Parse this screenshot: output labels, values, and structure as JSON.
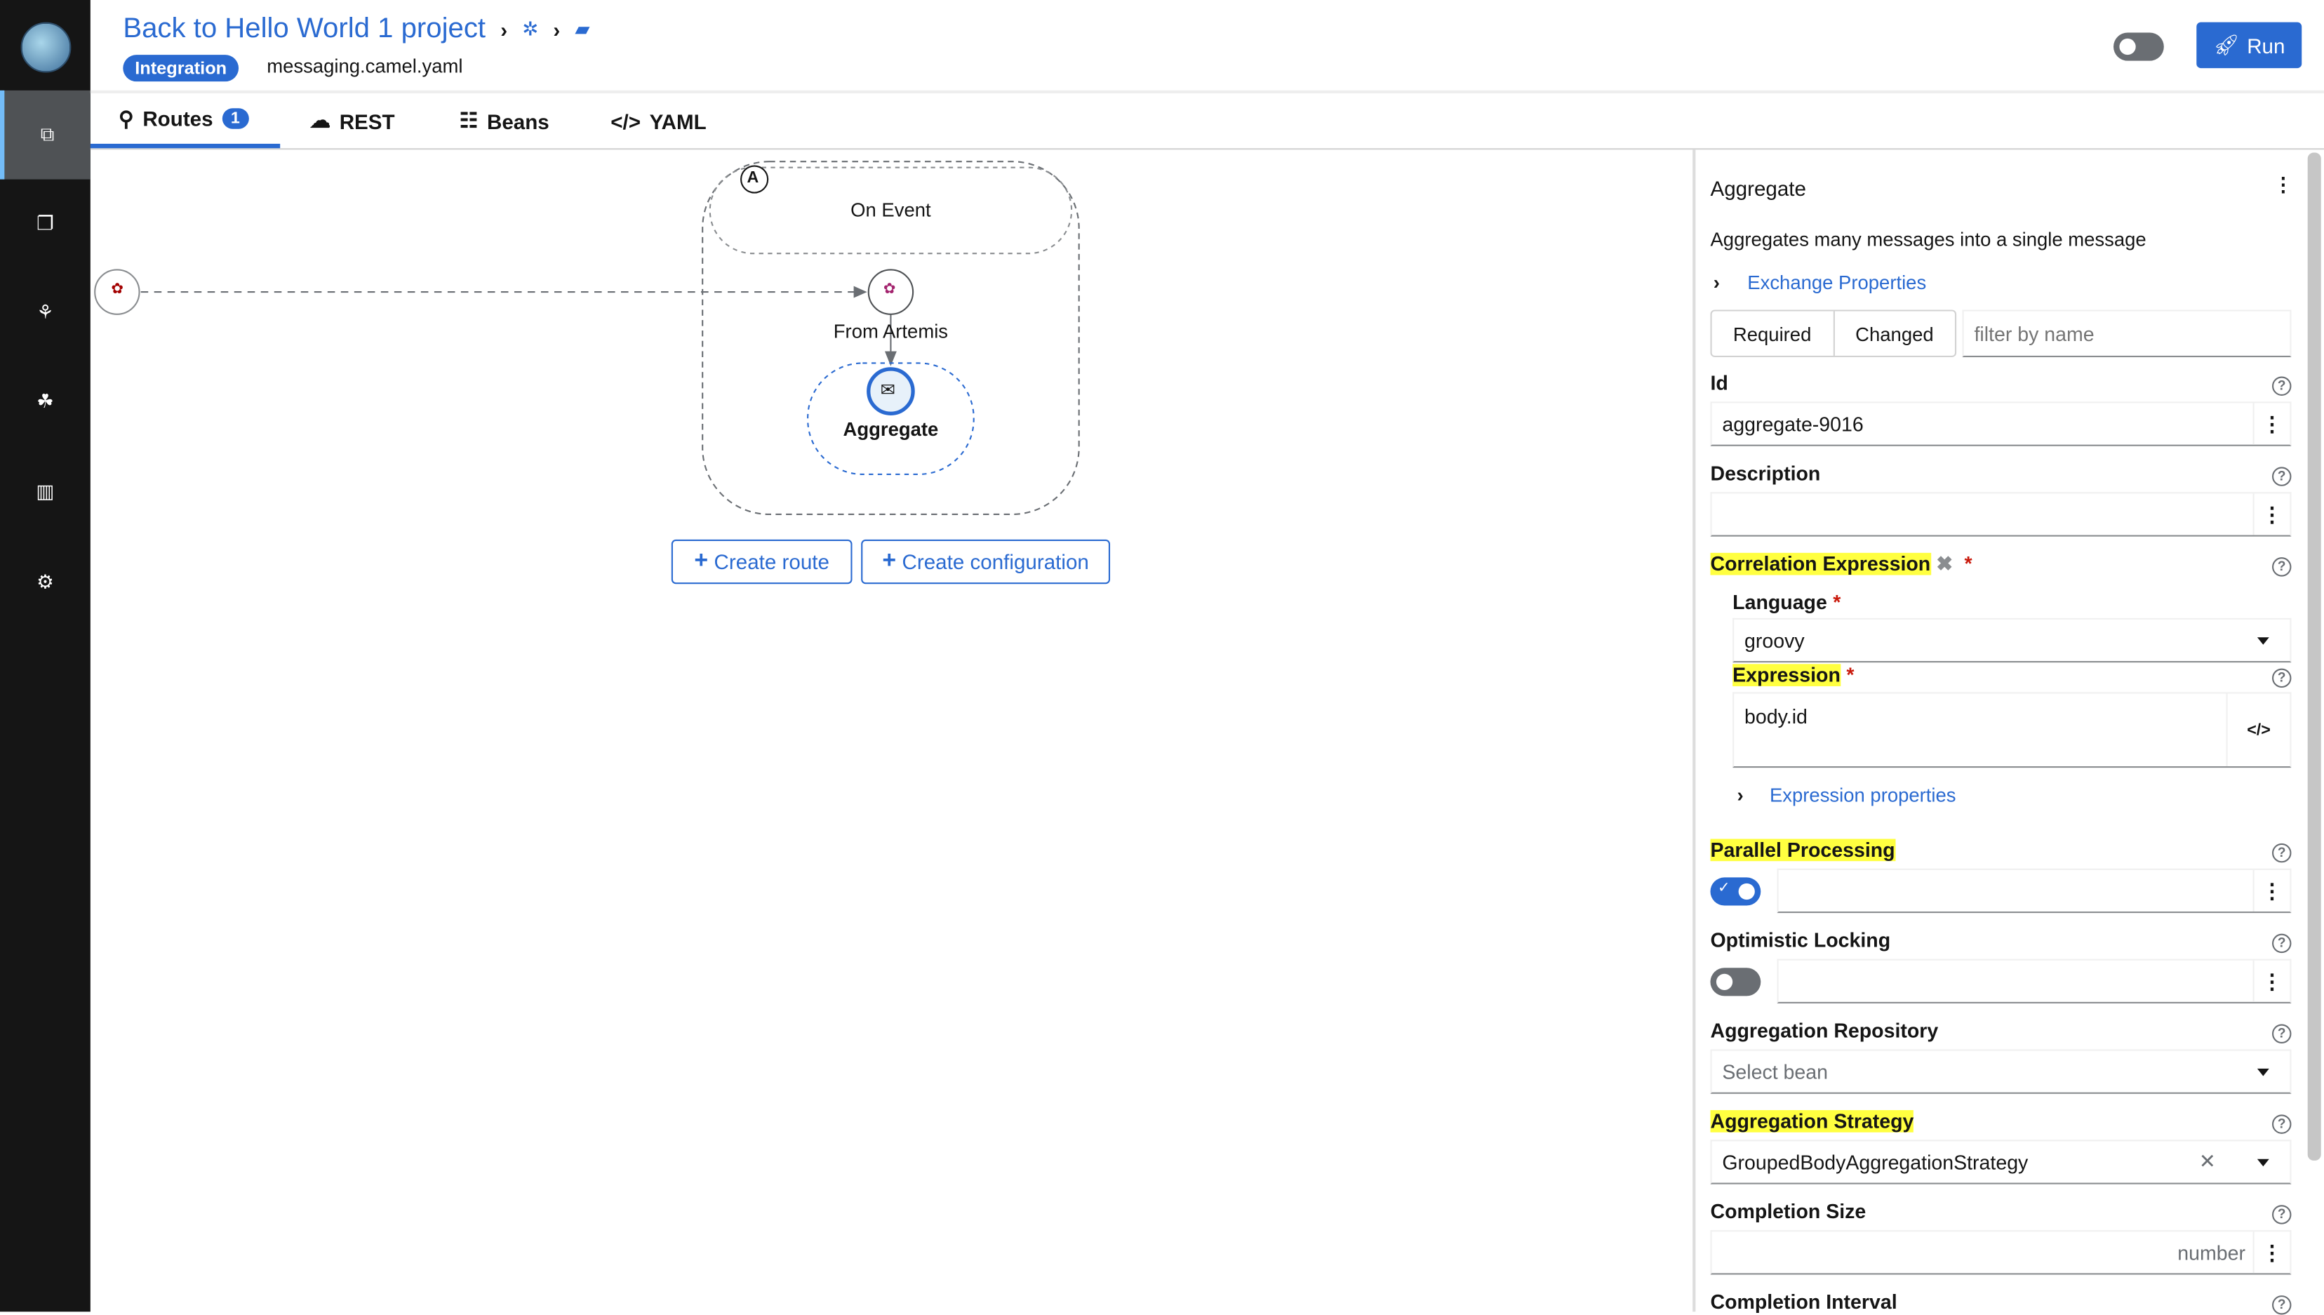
{
  "header": {
    "back_link": "Back to Hello World 1 project",
    "badge": "Integration",
    "file_name": "messaging.camel.yaml",
    "run_label": "Run",
    "preview_toggle_on": false
  },
  "tabs": [
    {
      "label": "Routes",
      "count": "1",
      "active": true
    },
    {
      "label": "REST"
    },
    {
      "label": "Beans"
    },
    {
      "label": "YAML"
    }
  ],
  "canvas": {
    "group_badge": "A",
    "group_label": "On Event",
    "from_node": "From Artemis",
    "step_node": "Aggregate",
    "create_route": "Create route",
    "create_configuration": "Create configuration"
  },
  "panel": {
    "title": "Aggregate",
    "description": "Aggregates many messages into a single message",
    "exchange_properties": "Exchange Properties",
    "filter_required": "Required",
    "filter_changed": "Changed",
    "filter_placeholder": "filter by name",
    "id_label": "Id",
    "id_value": "aggregate-9016",
    "description_label": "Description",
    "description_value": "",
    "correlation_label": "Correlation Expression",
    "language_label": "Language",
    "language_value": "groovy",
    "expression_label": "Expression",
    "expression_value": "body.id",
    "expression_properties": "Expression properties",
    "parallel_label": "Parallel Processing",
    "parallel_on": true,
    "optimistic_label": "Optimistic Locking",
    "optimistic_on": false,
    "repo_label": "Aggregation Repository",
    "repo_placeholder": "Select bean",
    "strategy_label": "Aggregation Strategy",
    "strategy_value": "GroupedBodyAggregationStrategy",
    "size_label": "Completion Size",
    "size_placeholder": "number",
    "interval_label": "Completion Interval",
    "required_mark": "*"
  },
  "colors": {
    "accent": "#2a6ad1",
    "nav_bg": "#151515",
    "highlight": "#ffff40"
  }
}
